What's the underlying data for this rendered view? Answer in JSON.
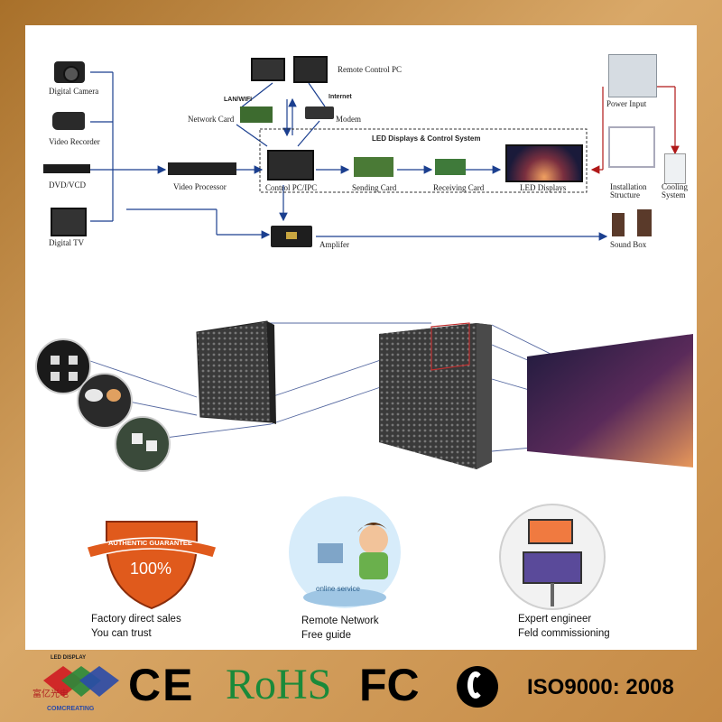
{
  "diagram": {
    "sources": [
      "Digital Camera",
      "Video Recorder",
      "DVD/VCD",
      "Digital TV"
    ],
    "video_processor": "Video Processor",
    "remote_pc": "Remote Control PC",
    "lan_wifi": "LAN/WIFI",
    "internet": "Internet",
    "network_card": "Network Card",
    "modem": "Modem",
    "system_title": "LED Displays & Control System",
    "control_pc": "Control PC/IPC",
    "sending_card": "Sending Card",
    "receiving_card": "Receiving Card",
    "led_displays": "LED Displays",
    "power_input": "Power Input",
    "installation_structure": "Installation\nStructure",
    "cooling_system": "Cooling\nSystem",
    "amplifier": "Amplifer",
    "sound_box": "Sound Box"
  },
  "features": [
    {
      "badge_top": "AUTHENTIC GUARANTEE",
      "badge_value": "100%",
      "caption_l1": "Factory direct sales",
      "caption_l2": "You can trust"
    },
    {
      "badge_text": "online service",
      "caption_l1": "Remote Network",
      "caption_l2": "Free guide"
    },
    {
      "caption_l1": "Expert engineer",
      "caption_l2": "Feld  commissioning"
    }
  ],
  "footer": {
    "logo_top": "LED DISPLAY",
    "logo_cn": "富亿光电",
    "logo_bottom": "COMCREATING",
    "ce": "CE",
    "rohs": "RoHS",
    "fc": "FC",
    "iso": "ISO9000: 2008"
  },
  "colors": {
    "frame": "#c48a48",
    "arrow_blue": "#1b3f8f",
    "arrow_red": "#b01818",
    "badge_orange": "#e05a1c"
  }
}
